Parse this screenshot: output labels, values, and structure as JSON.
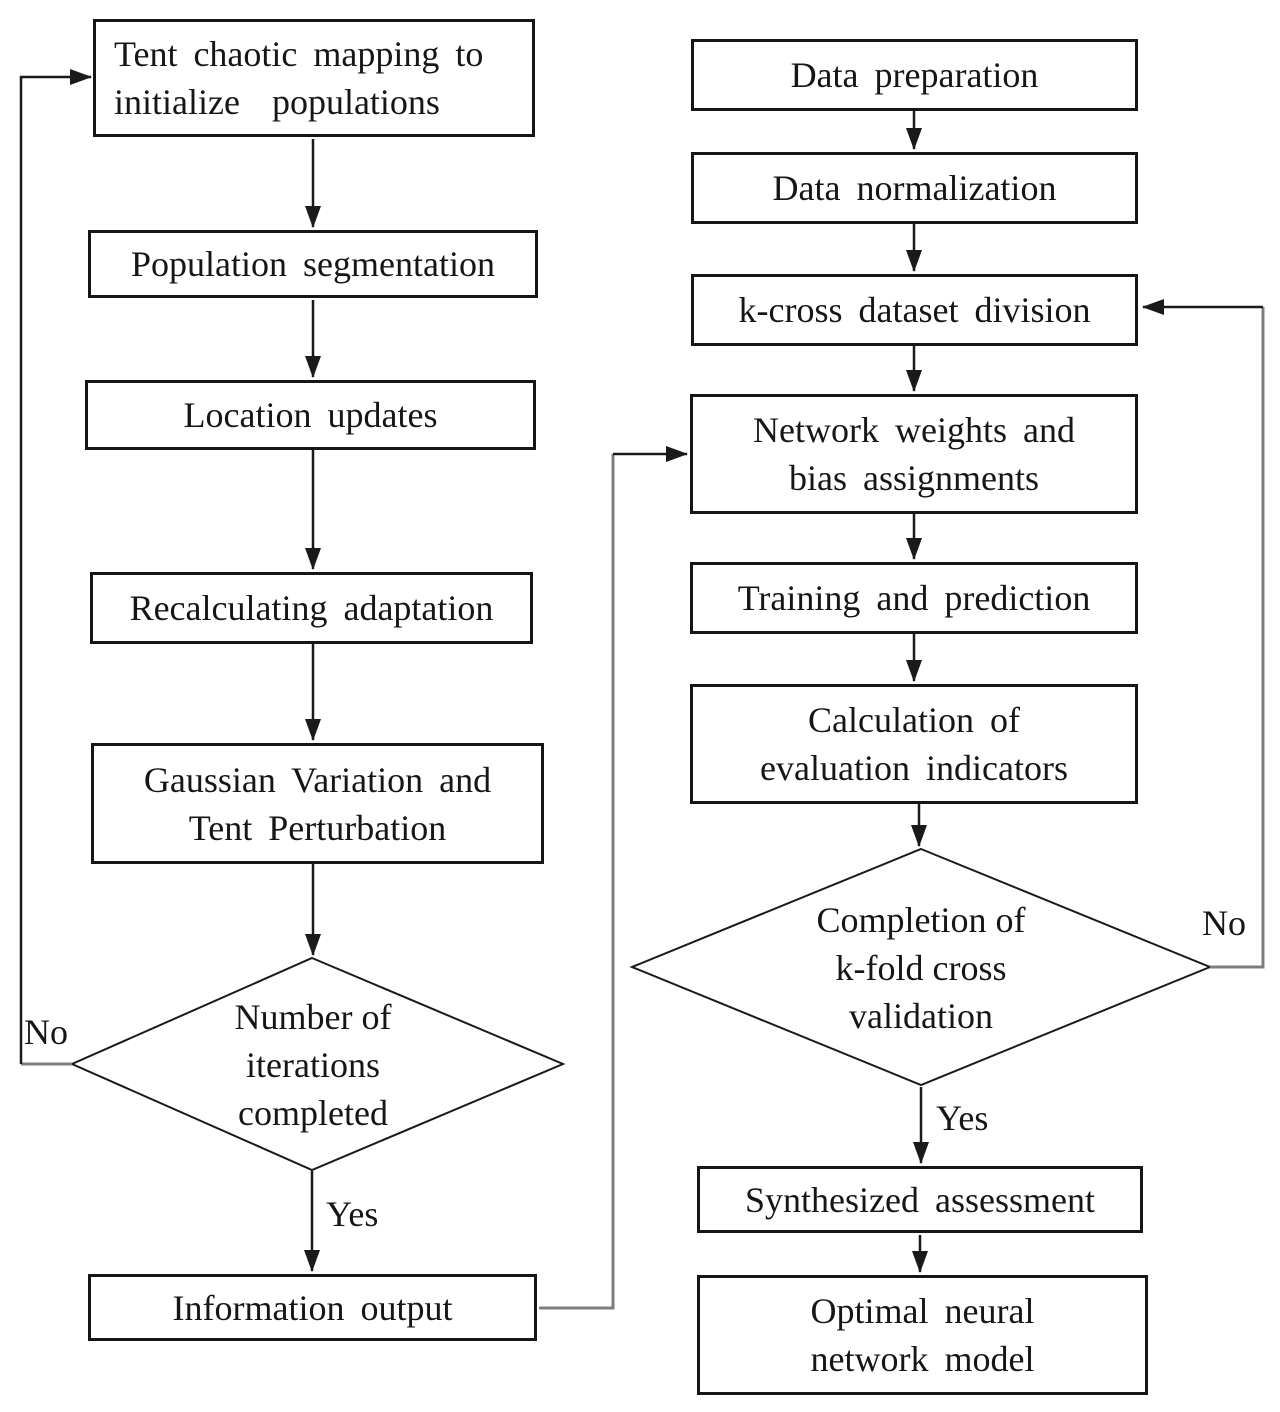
{
  "colors": {
    "background": "#ffffff",
    "box_fill": "#ffffff",
    "box_border": "#161616",
    "arrow_line": "#1a1a1a",
    "loop_line": "#7d7d7d",
    "text": "#161616"
  },
  "left_flow": {
    "boxes": {
      "tent_mapping": "Tent chaotic mapping to\ninitialize  populations",
      "population_segmentation": "Population segmentation",
      "location_updates": "Location updates",
      "recalculating_adaptation": "Recalculating adaptation",
      "gaussian_tent": "Gaussian Variation and\nTent Perturbation",
      "information_output": "Information output"
    },
    "decision": "Number of\niterations\ncompleted",
    "labels": {
      "no": "No",
      "yes": "Yes"
    }
  },
  "right_flow": {
    "boxes": {
      "data_preparation": "Data preparation",
      "data_normalization": "Data normalization",
      "k_cross_division": "k-cross dataset division",
      "network_weights": "Network weights and\nbias assignments",
      "training_prediction": "Training and prediction",
      "calculation_indicators": "Calculation of\nevaluation indicators",
      "synthesized_assessment": "Synthesized assessment",
      "optimal_model": "Optimal neural\nnetwork model"
    },
    "decision": "Completion of\nk-fold cross\nvalidation",
    "labels": {
      "no": "No",
      "yes": "Yes"
    }
  }
}
